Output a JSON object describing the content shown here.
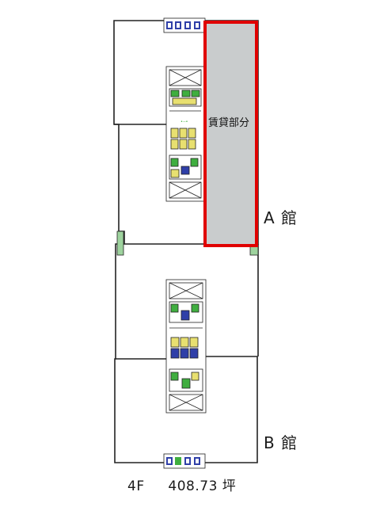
{
  "floor_plan": {
    "rental_area_label": "賃貸部分",
    "building_a_label": "A 館",
    "building_b_label": "B 館",
    "floor": "4F",
    "area": "408.73 坪",
    "colors": {
      "rental_fill": "#c9cccd",
      "rental_outline": "#e00000",
      "wall": "#222222",
      "fixture_green": "#3fae3f",
      "fixture_blue": "#2f3fa8",
      "fixture_yellow": "#e8e070"
    }
  }
}
